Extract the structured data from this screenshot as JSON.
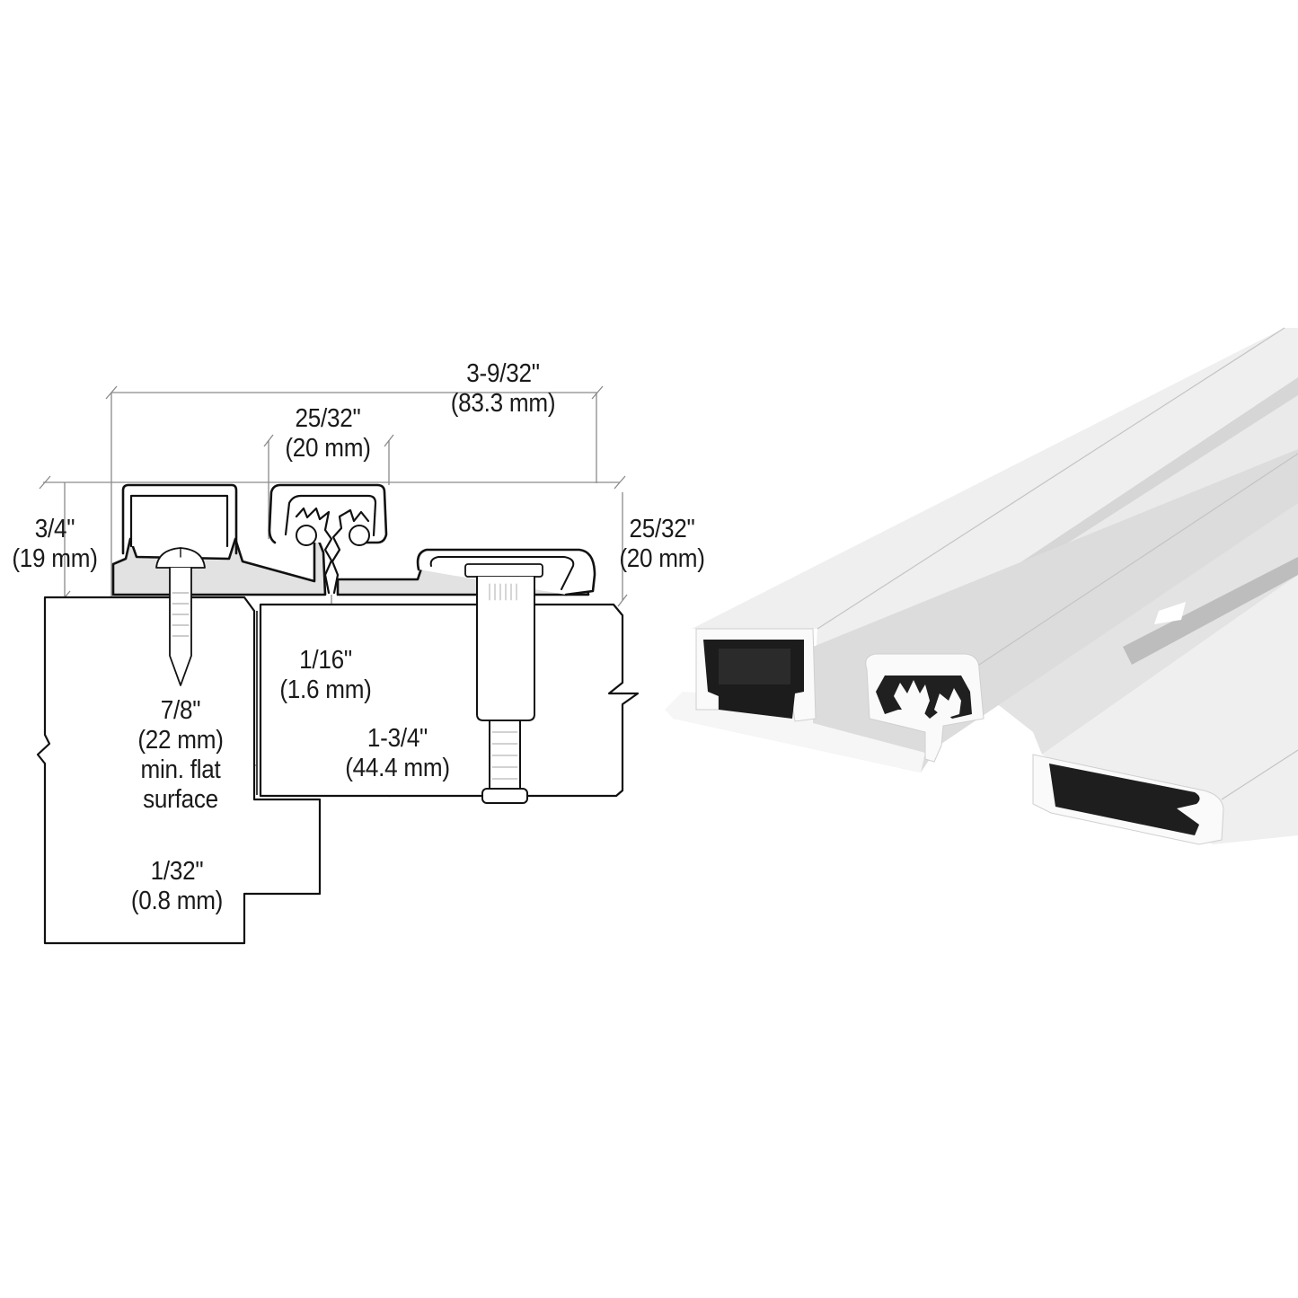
{
  "figure": {
    "subject": "continuous geared hinge",
    "left_panel": "cross-section technical drawing",
    "right_panel": "3D product rendering (clear/white aluminum extrusion)",
    "colors": {
      "background": "#ffffff",
      "line": "#111111",
      "dimension_line": "#8a8a8a",
      "profile_fill": "#e2e2e2",
      "render_light": "#f1f1f1",
      "render_mid": "#d9d9d9",
      "render_dark": "#1c1c1c"
    }
  },
  "dimensions": {
    "overall_width": {
      "imperial": "3-9/32\"",
      "metric": "(83.3 mm)"
    },
    "gear_knuckle_width": {
      "imperial": "25/32\"",
      "metric": "(20 mm)"
    },
    "left_leaf_height": {
      "imperial": "3/4\"",
      "metric": "(19 mm)"
    },
    "right_leaf_height": {
      "imperial": "25/32\"",
      "metric": "(20 mm)"
    },
    "gap": {
      "imperial": "1/16\"",
      "metric": "(1.6 mm)"
    },
    "door_thickness": {
      "imperial": "1-3/4\"",
      "metric": "(44.4 mm)"
    },
    "min_flat_surface": {
      "imperial": "7/8\"",
      "metric": "(22 mm)",
      "note1": "min. flat",
      "note2": "surface"
    },
    "stop_offset": {
      "imperial": "1/32\"",
      "metric": "(0.8 mm)"
    }
  }
}
